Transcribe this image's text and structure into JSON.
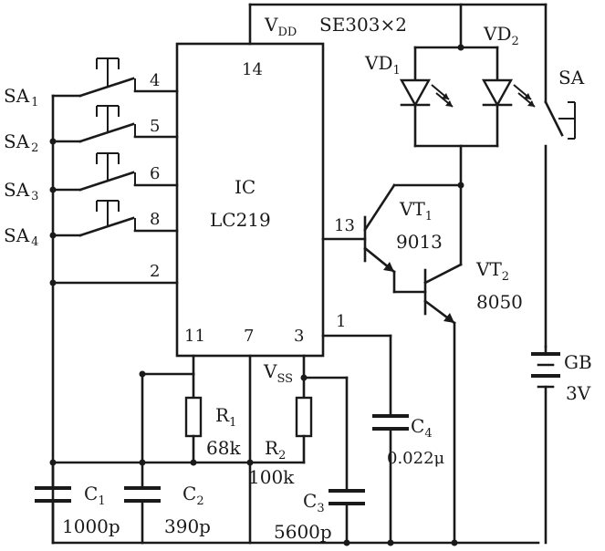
{
  "ic": {
    "name": "IC",
    "model": "LC219"
  },
  "pins": {
    "p4": "4",
    "p5": "5",
    "p6": "6",
    "p8": "8",
    "p2": "2",
    "p14": "14",
    "p13": "13",
    "p11": "11",
    "p7": "7",
    "p3": "3",
    "p1": "1"
  },
  "supply": {
    "vdd_main": "V",
    "vdd_sub": "DD",
    "vss_main": "V",
    "vss_sub": "SS"
  },
  "led_pair": {
    "text": "SE303×2"
  },
  "switches": [
    {
      "main": "SA",
      "sub": "1"
    },
    {
      "main": "SA",
      "sub": "2"
    },
    {
      "main": "SA",
      "sub": "3"
    },
    {
      "main": "SA",
      "sub": "4"
    }
  ],
  "vd1": {
    "main": "VD",
    "sub": "1"
  },
  "vd2": {
    "main": "VD",
    "sub": "2"
  },
  "sa": {
    "label": "SA"
  },
  "vt1": {
    "main": "VT",
    "sub": "1",
    "part": "9013"
  },
  "vt2": {
    "main": "VT",
    "sub": "2",
    "part": "8050"
  },
  "battery": {
    "name": "GB",
    "voltage": "3V"
  },
  "r1": {
    "main": "R",
    "sub": "1",
    "value": "68k"
  },
  "r2": {
    "main": "R",
    "sub": "2",
    "value": "100k"
  },
  "c1": {
    "main": "C",
    "sub": "1",
    "value": "1000p"
  },
  "c2": {
    "main": "C",
    "sub": "2",
    "value": "390p"
  },
  "c3": {
    "main": "C",
    "sub": "3",
    "value": "5600p"
  },
  "c4": {
    "main": "C",
    "sub": "4",
    "value": "0.022μ"
  }
}
